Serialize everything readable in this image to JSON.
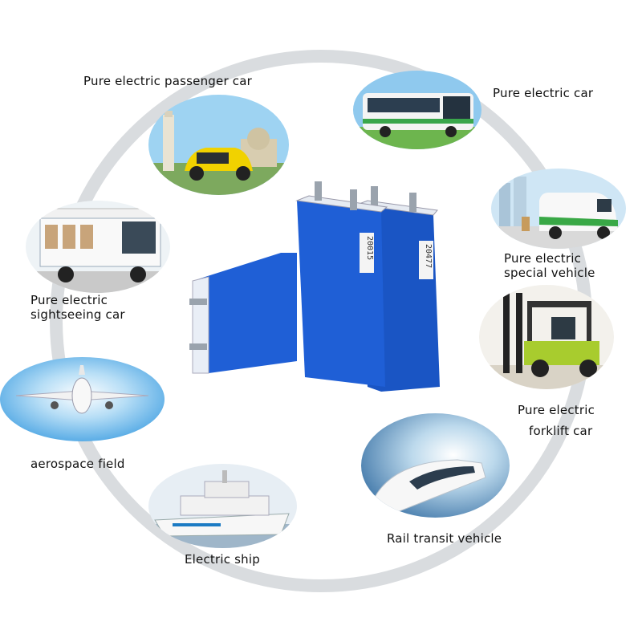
{
  "applications": [
    {
      "id": "passenger",
      "label": "Pure electric passenger car"
    },
    {
      "id": "car",
      "label": "Pure electric car"
    },
    {
      "id": "special",
      "label_lines": [
        "Pure electric",
        "special vehicle"
      ]
    },
    {
      "id": "sightseeing",
      "label_lines": [
        "Pure electric",
        "sightseeing car"
      ]
    },
    {
      "id": "aerospace",
      "label": "aerospace field"
    },
    {
      "id": "forklift",
      "label_lines": [
        "Pure electric",
        "forklift car"
      ]
    },
    {
      "id": "rail",
      "label": "Rail transit vehicle"
    },
    {
      "id": "ship",
      "label": "Electric ship"
    }
  ],
  "battery": {
    "cell_codes": [
      "20015",
      "20477"
    ],
    "color": "#1f5fd6"
  },
  "colors": {
    "ring": "#d9dcdf",
    "sky": "#7fc3ef",
    "grass": "#62b24a",
    "battery_blue": "#1f5fd6"
  }
}
